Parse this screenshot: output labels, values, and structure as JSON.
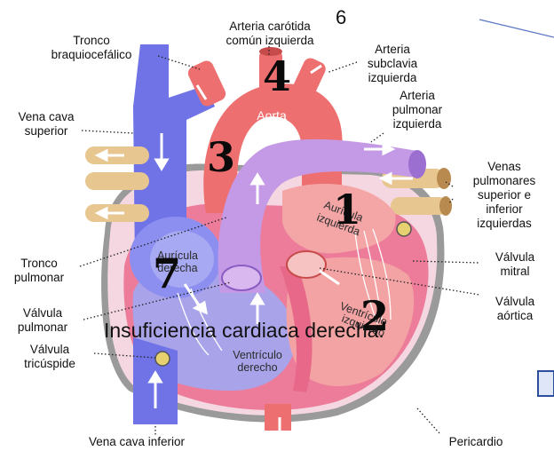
{
  "labels": {
    "carotid_line1": "Arteria carótida",
    "carotid_line2": "común izquierda",
    "brachio_line1": "Tronco",
    "brachio_line2": "braquiocefálico",
    "subclavian_line1": "Arteria",
    "subclavian_line2": "subclavia",
    "subclavian_line3": "izquierda",
    "vcs_line1": "Vena cava",
    "vcs_line2": "superior",
    "aorta": "Aorta",
    "pulm_artery_line1": "Arteria",
    "pulm_artery_line2": "pulmonar",
    "pulm_artery_line3": "izquierda",
    "pulm_veins_line1": "Venas",
    "pulm_veins_line2": "pulmonares",
    "pulm_veins_line3": "superior e",
    "pulm_veins_line4": "inferior",
    "pulm_veins_line5": "izquierdas",
    "left_atrium_line1": "Aurícula",
    "left_atrium_line2": "izquierda",
    "pulm_trunk_line1": "Tronco",
    "pulm_trunk_line2": "pulmonar",
    "right_atrium_line1": "Aurícula",
    "right_atrium_line2": "derecha",
    "mitral_line1": "Válvula",
    "mitral_line2": "mitral",
    "pulm_valve_line1": "Válvula",
    "pulm_valve_line2": "pulmonar",
    "left_ventricle_line1": "Ventrículo",
    "left_ventricle_line2": "izquierdo",
    "aortic_line1": "Válvula",
    "aortic_line2": "aórtica",
    "tricuspid_line1": "Válvula",
    "tricuspid_line2": "tricúspide",
    "right_ventricle_line1": "Ventrículo",
    "right_ventricle_line2": "derecho",
    "vci": "Vena cava inferior",
    "pericardium": "Pericardio"
  },
  "markers": {
    "m1": "1",
    "m2": "2",
    "m3": "3",
    "m4": "4",
    "m6": "6",
    "m7": "7"
  },
  "overlay_text": "Insuficiencia cardiaca derecha:",
  "colors": {
    "vein_blue": "#6f73e6",
    "artery_red": "#ee6f6f",
    "pulmonary_purple": "#c49ae6",
    "pulm_vein_tan": "#e8c690",
    "myocardium_pink": "#ec7c9a",
    "inner_pink": "#f7b7c8",
    "pericardium_gray": "#8b8b8b"
  }
}
